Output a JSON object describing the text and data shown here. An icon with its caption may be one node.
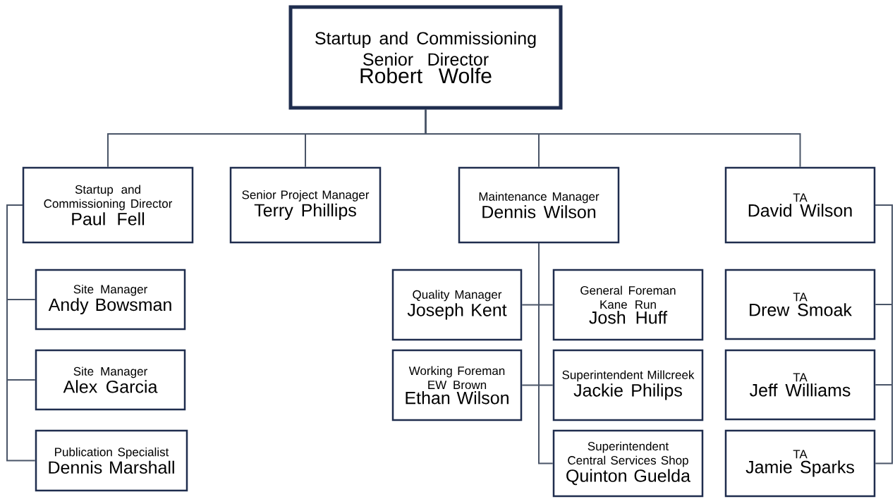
{
  "diagram": {
    "nodes": [
      {
        "text": [
          "Startup and Commissioning Senior Director",
          "Robert Wolfe"
        ]
      },
      {
        "text": [
          "Startup and Commissioning Director",
          "Paul Fell"
        ]
      },
      {
        "text": [
          "Senior Project Manager",
          "Terry Phillips"
        ]
      },
      {
        "text": [
          "Maintenance Manager",
          "Dennis Wilson"
        ]
      },
      {
        "text": [
          "TA",
          "David Wilson"
        ]
      },
      {
        "text": [
          "Site Manager",
          "Andy Bowsman"
        ]
      },
      {
        "text": [
          "Site Manager",
          "Alex Garcia"
        ]
      },
      {
        "text": [
          "Publication Specialist",
          "Dennis Marshall"
        ]
      },
      {
        "text": [
          "Quality Manager",
          "Joseph Kent"
        ]
      },
      {
        "text": [
          "General Foreman Kane Run",
          "Josh Huff"
        ]
      },
      {
        "text": [
          "Working Foreman EW Brown",
          "Ethan Wilson"
        ]
      },
      {
        "text": [
          "Superintendent Millcreek",
          "Jackie Philips"
        ]
      },
      {
        "text": [
          "Superintendent Central Services Shop",
          "Quinton Guelda"
        ]
      },
      {
        "text": [
          "TA",
          "Drew Smoak"
        ]
      },
      {
        "text": [
          "TA",
          "Jeff Williams"
        ]
      },
      {
        "text": [
          "TA",
          "Jamie Sparks"
        ]
      }
    ],
    "edges": [
      {
        "from": 0,
        "to": 1,
        "arrow": "none"
      },
      {
        "from": 0,
        "to": 2,
        "arrow": "none"
      },
      {
        "from": 0,
        "to": 3,
        "arrow": "none"
      },
      {
        "from": 0,
        "to": 4,
        "arrow": "none"
      },
      {
        "from": 1,
        "to": 5,
        "arrow": "none"
      },
      {
        "from": 1,
        "to": 6,
        "arrow": "none"
      },
      {
        "from": 1,
        "to": 7,
        "arrow": "none"
      },
      {
        "from": 3,
        "to": 8,
        "arrow": "none"
      },
      {
        "from": 3,
        "to": 9,
        "arrow": "none"
      },
      {
        "from": 3,
        "to": 10,
        "arrow": "none"
      },
      {
        "from": 3,
        "to": 11,
        "arrow": "none"
      },
      {
        "from": 3,
        "to": 12,
        "arrow": "none"
      },
      {
        "from": 4,
        "to": 13,
        "arrow": "none"
      },
      {
        "from": 4,
        "to": 14,
        "arrow": "none"
      },
      {
        "from": 4,
        "to": 15,
        "arrow": "none"
      }
    ]
  }
}
